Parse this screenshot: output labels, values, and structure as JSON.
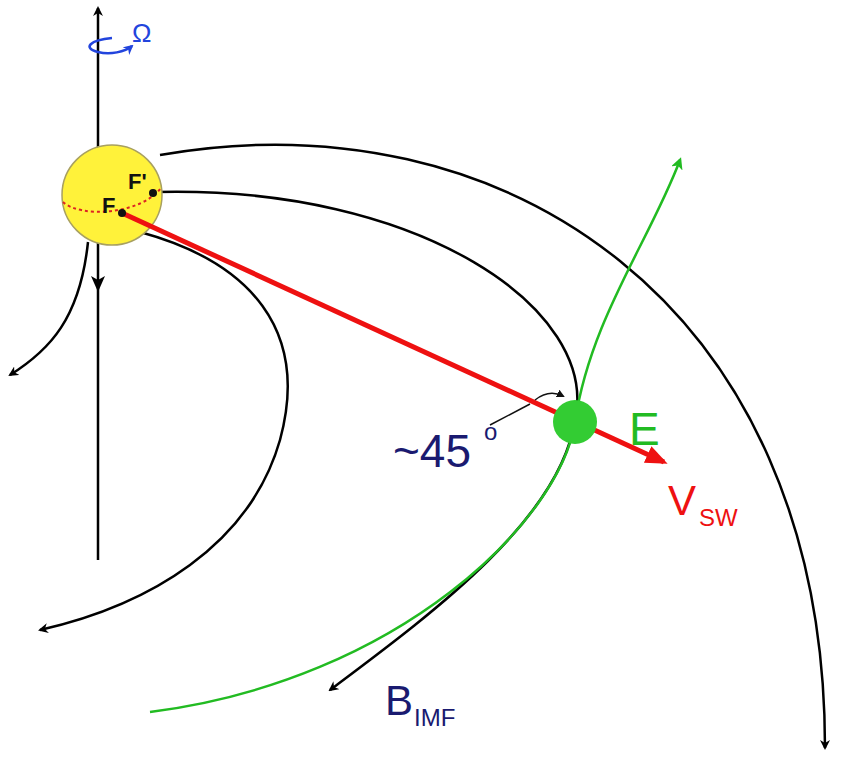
{
  "diagram": {
    "nodes": [
      {
        "text": [
          "F'",
          "F"
        ]
      },
      {
        "text": [
          "E"
        ]
      }
    ],
    "labels": [
      "Ω",
      "~45",
      "o",
      "V",
      "SW",
      "B",
      "IMF"
    ]
  }
}
